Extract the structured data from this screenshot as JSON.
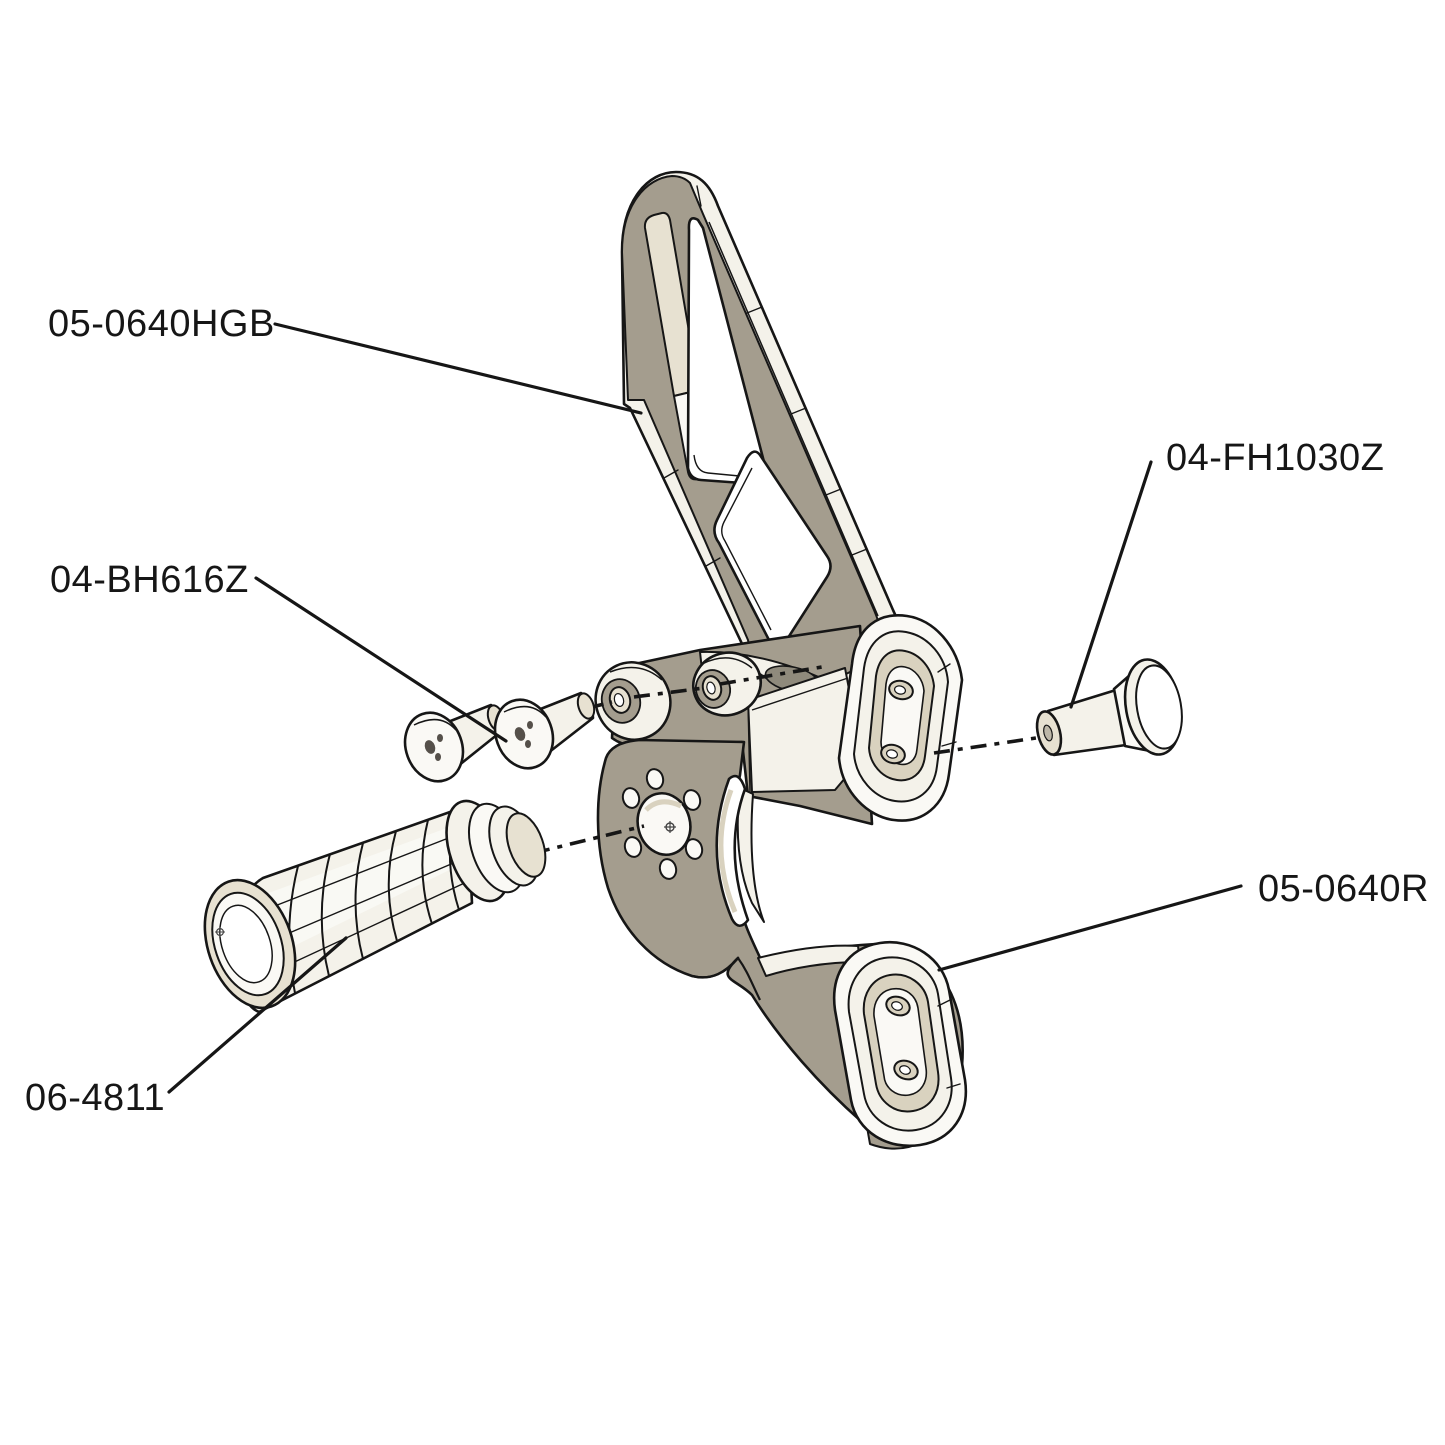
{
  "diagram": {
    "title": "exploded-parts-diagram",
    "background": "#ffffff",
    "line_color": "#161616",
    "colors": {
      "face_tan": "#a49d8e",
      "face_tan_dark": "#8f8a7c",
      "face_cream": "#e7e1d1",
      "face_cream_dark": "#d9d2bf",
      "face_light": "#f4f2ea",
      "face_white": "#ffffff"
    },
    "labels": {
      "heel_guard": "05-0640HGB",
      "button_head_bolts": "04-BH616Z",
      "flat_head_bolt": "04-FH1030Z",
      "bracket": "05-0640R",
      "foot_peg": "06-4811"
    }
  }
}
